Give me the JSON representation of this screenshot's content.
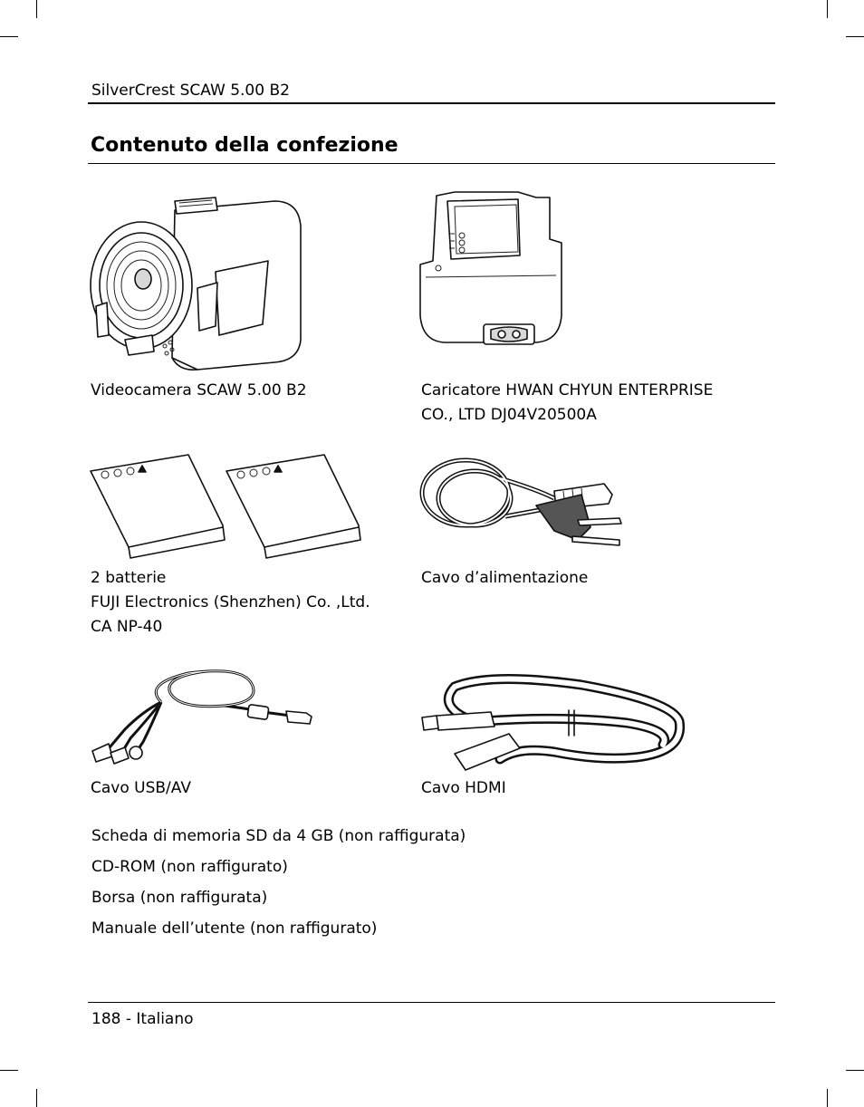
{
  "header": {
    "title": "SilverCrest SCAW 5.00 B2"
  },
  "section": {
    "title": "Contenuto della confezione"
  },
  "items": [
    {
      "lines": [
        "Videocamera SCAW 5.00 B2"
      ],
      "illustration_icon": "camcorder-icon"
    },
    {
      "lines": [
        "Caricatore HWAN CHYUN ENTERPRISE",
        "CO., LTD DJ04V20500A"
      ],
      "illustration_icon": "charger-icon"
    },
    {
      "lines": [
        "2 batterie",
        "FUJI Electronics (Shenzhen) Co. ,Ltd.",
        "CA NP-40"
      ],
      "illustration_icon": "battery-icon"
    },
    {
      "lines": [
        "Cavo d’alimentazione"
      ],
      "illustration_icon": "power-cable-icon"
    },
    {
      "lines": [
        "Cavo USB/AV"
      ],
      "illustration_icon": "usb-av-cable-icon"
    },
    {
      "lines": [
        "Cavo HDMI"
      ],
      "illustration_icon": "hdmi-cable-icon"
    }
  ],
  "not_pictured": [
    "Scheda di memoria SD da 4 GB (non raffigurata)",
    "CD-ROM (non raffigurato)",
    "Borsa (non raffigurata)",
    "Manuale dell’utente (non raffigurato)"
  ],
  "footer": {
    "page": "188 - Italiano"
  }
}
